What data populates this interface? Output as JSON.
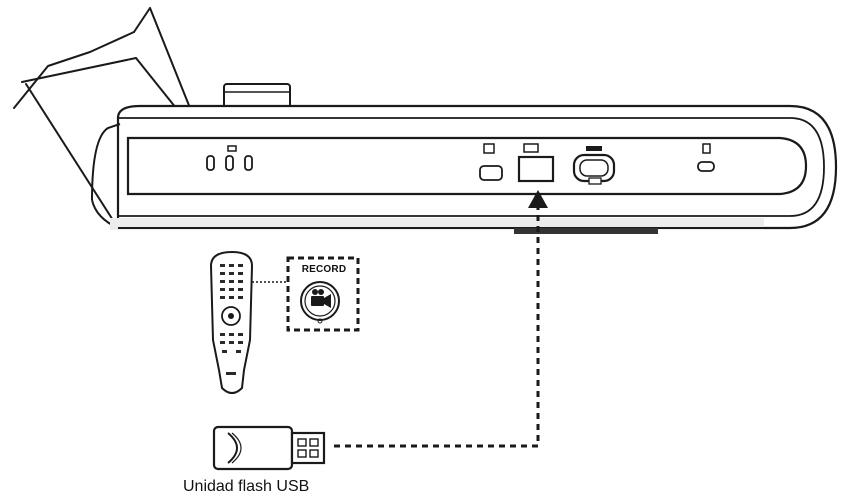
{
  "diagram": {
    "record_button_label": "RECORD",
    "usb_caption": "Unidad flash USB",
    "colors": {
      "line": "#1a1a1a",
      "fill": "#ffffff",
      "shade": "#e6e6e6",
      "dark": "#222222"
    },
    "icons": [
      "camera-base",
      "remote-control",
      "record-button",
      "usb-flash-drive",
      "usb-port",
      "arrow-up"
    ]
  }
}
